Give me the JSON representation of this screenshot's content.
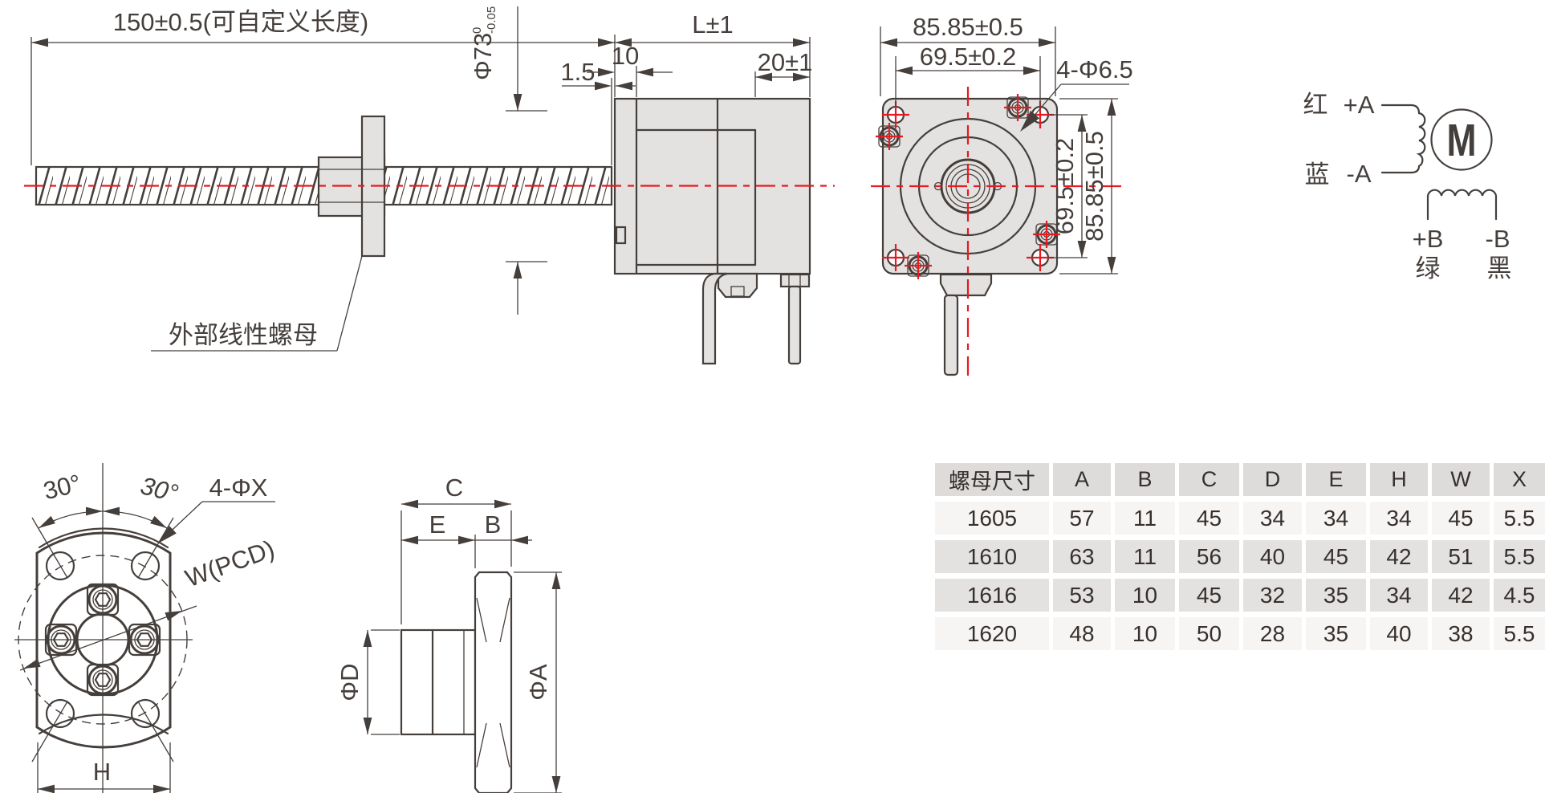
{
  "colors": {
    "ink": "#453f3c",
    "accent_red": "#e8191f",
    "part_gray": "#e3e2e1",
    "table_header": "#dedcda",
    "table_row_light": "#f6f5f4",
    "table_row_dark": "#e4e2e1"
  },
  "lead_screw_view": {
    "length_dim": "150±0.5(可自定义长度)",
    "shaft_dia": "Φ73",
    "shaft_tol_upper": "0",
    "shaft_tol_lower": "-0.05",
    "dim_gap": "1.5",
    "dim_pilot_depth": "10",
    "nut_label": "外部线性螺母"
  },
  "motor_side_view": {
    "dim_length": "L±1",
    "dim_rear": "20±1"
  },
  "motor_front_view": {
    "dim_width": "85.85±0.5",
    "dim_bolt_spacing": "69.5±0.2",
    "dim_holes": "4-Φ6.5",
    "dim_bolt_spacing_v": "69.5±0.2",
    "dim_height_v": "85.85±0.5"
  },
  "wiring": {
    "red_label": "红",
    "blue_label": "蓝",
    "green_label": "绿",
    "black_label": "黑",
    "plus_a": "+A",
    "minus_a": "-A",
    "plus_b": "+B",
    "minus_b": "-B",
    "motor_letter": "M"
  },
  "nut_front_view": {
    "angle_left": "30°",
    "angle_right": "30°",
    "holes_label": "4-ΦX",
    "pcd_label": "W(PCD)",
    "dim_h": "H"
  },
  "nut_side_view": {
    "dim_c": "C",
    "dim_e": "E",
    "dim_b": "B",
    "dia_d": "ΦD",
    "dia_a": "ΦA"
  },
  "table": {
    "headers": [
      "螺母尺寸",
      "A",
      "B",
      "C",
      "D",
      "E",
      "H",
      "W",
      "X"
    ],
    "rows": [
      {
        "name": "1605",
        "values": [
          "57",
          "11",
          "45",
          "34",
          "34",
          "34",
          "45",
          "5.5"
        ],
        "shade": "light"
      },
      {
        "name": "1610",
        "values": [
          "63",
          "11",
          "56",
          "40",
          "45",
          "42",
          "51",
          "5.5"
        ],
        "shade": "dark"
      },
      {
        "name": "1616",
        "values": [
          "53",
          "10",
          "45",
          "32",
          "35",
          "34",
          "42",
          "4.5"
        ],
        "shade": "dark"
      },
      {
        "name": "1620",
        "values": [
          "48",
          "10",
          "50",
          "28",
          "35",
          "40",
          "38",
          "5.5"
        ],
        "shade": "light"
      }
    ]
  }
}
